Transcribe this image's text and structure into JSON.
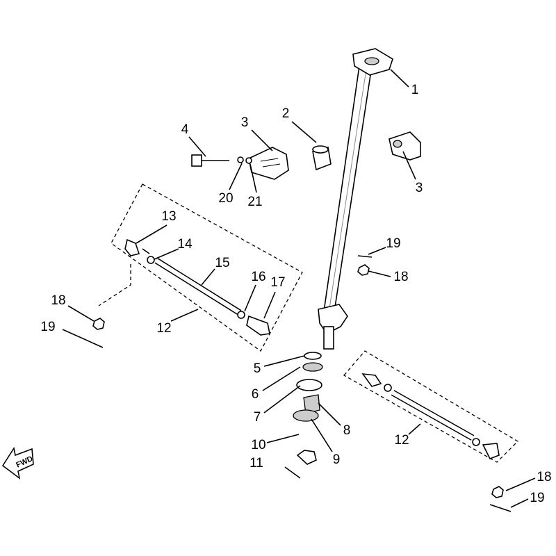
{
  "diagram": {
    "fwd_label": "FWD",
    "callouts": {
      "c1": "1",
      "c2": "2",
      "c3a": "3",
      "c3b": "3",
      "c4": "4",
      "c20": "20",
      "c21": "21",
      "c13": "13",
      "c14": "14",
      "c15": "15",
      "c16": "16",
      "c17": "17",
      "c12a": "12",
      "c18a": "18",
      "c19a": "19",
      "c19b": "19",
      "c18b": "18",
      "c5": "5",
      "c6": "6",
      "c7": "7",
      "c8": "8",
      "c10": "10",
      "c9": "9",
      "c11": "11",
      "c12b": "12",
      "c18c": "18",
      "c19c": "19"
    }
  }
}
